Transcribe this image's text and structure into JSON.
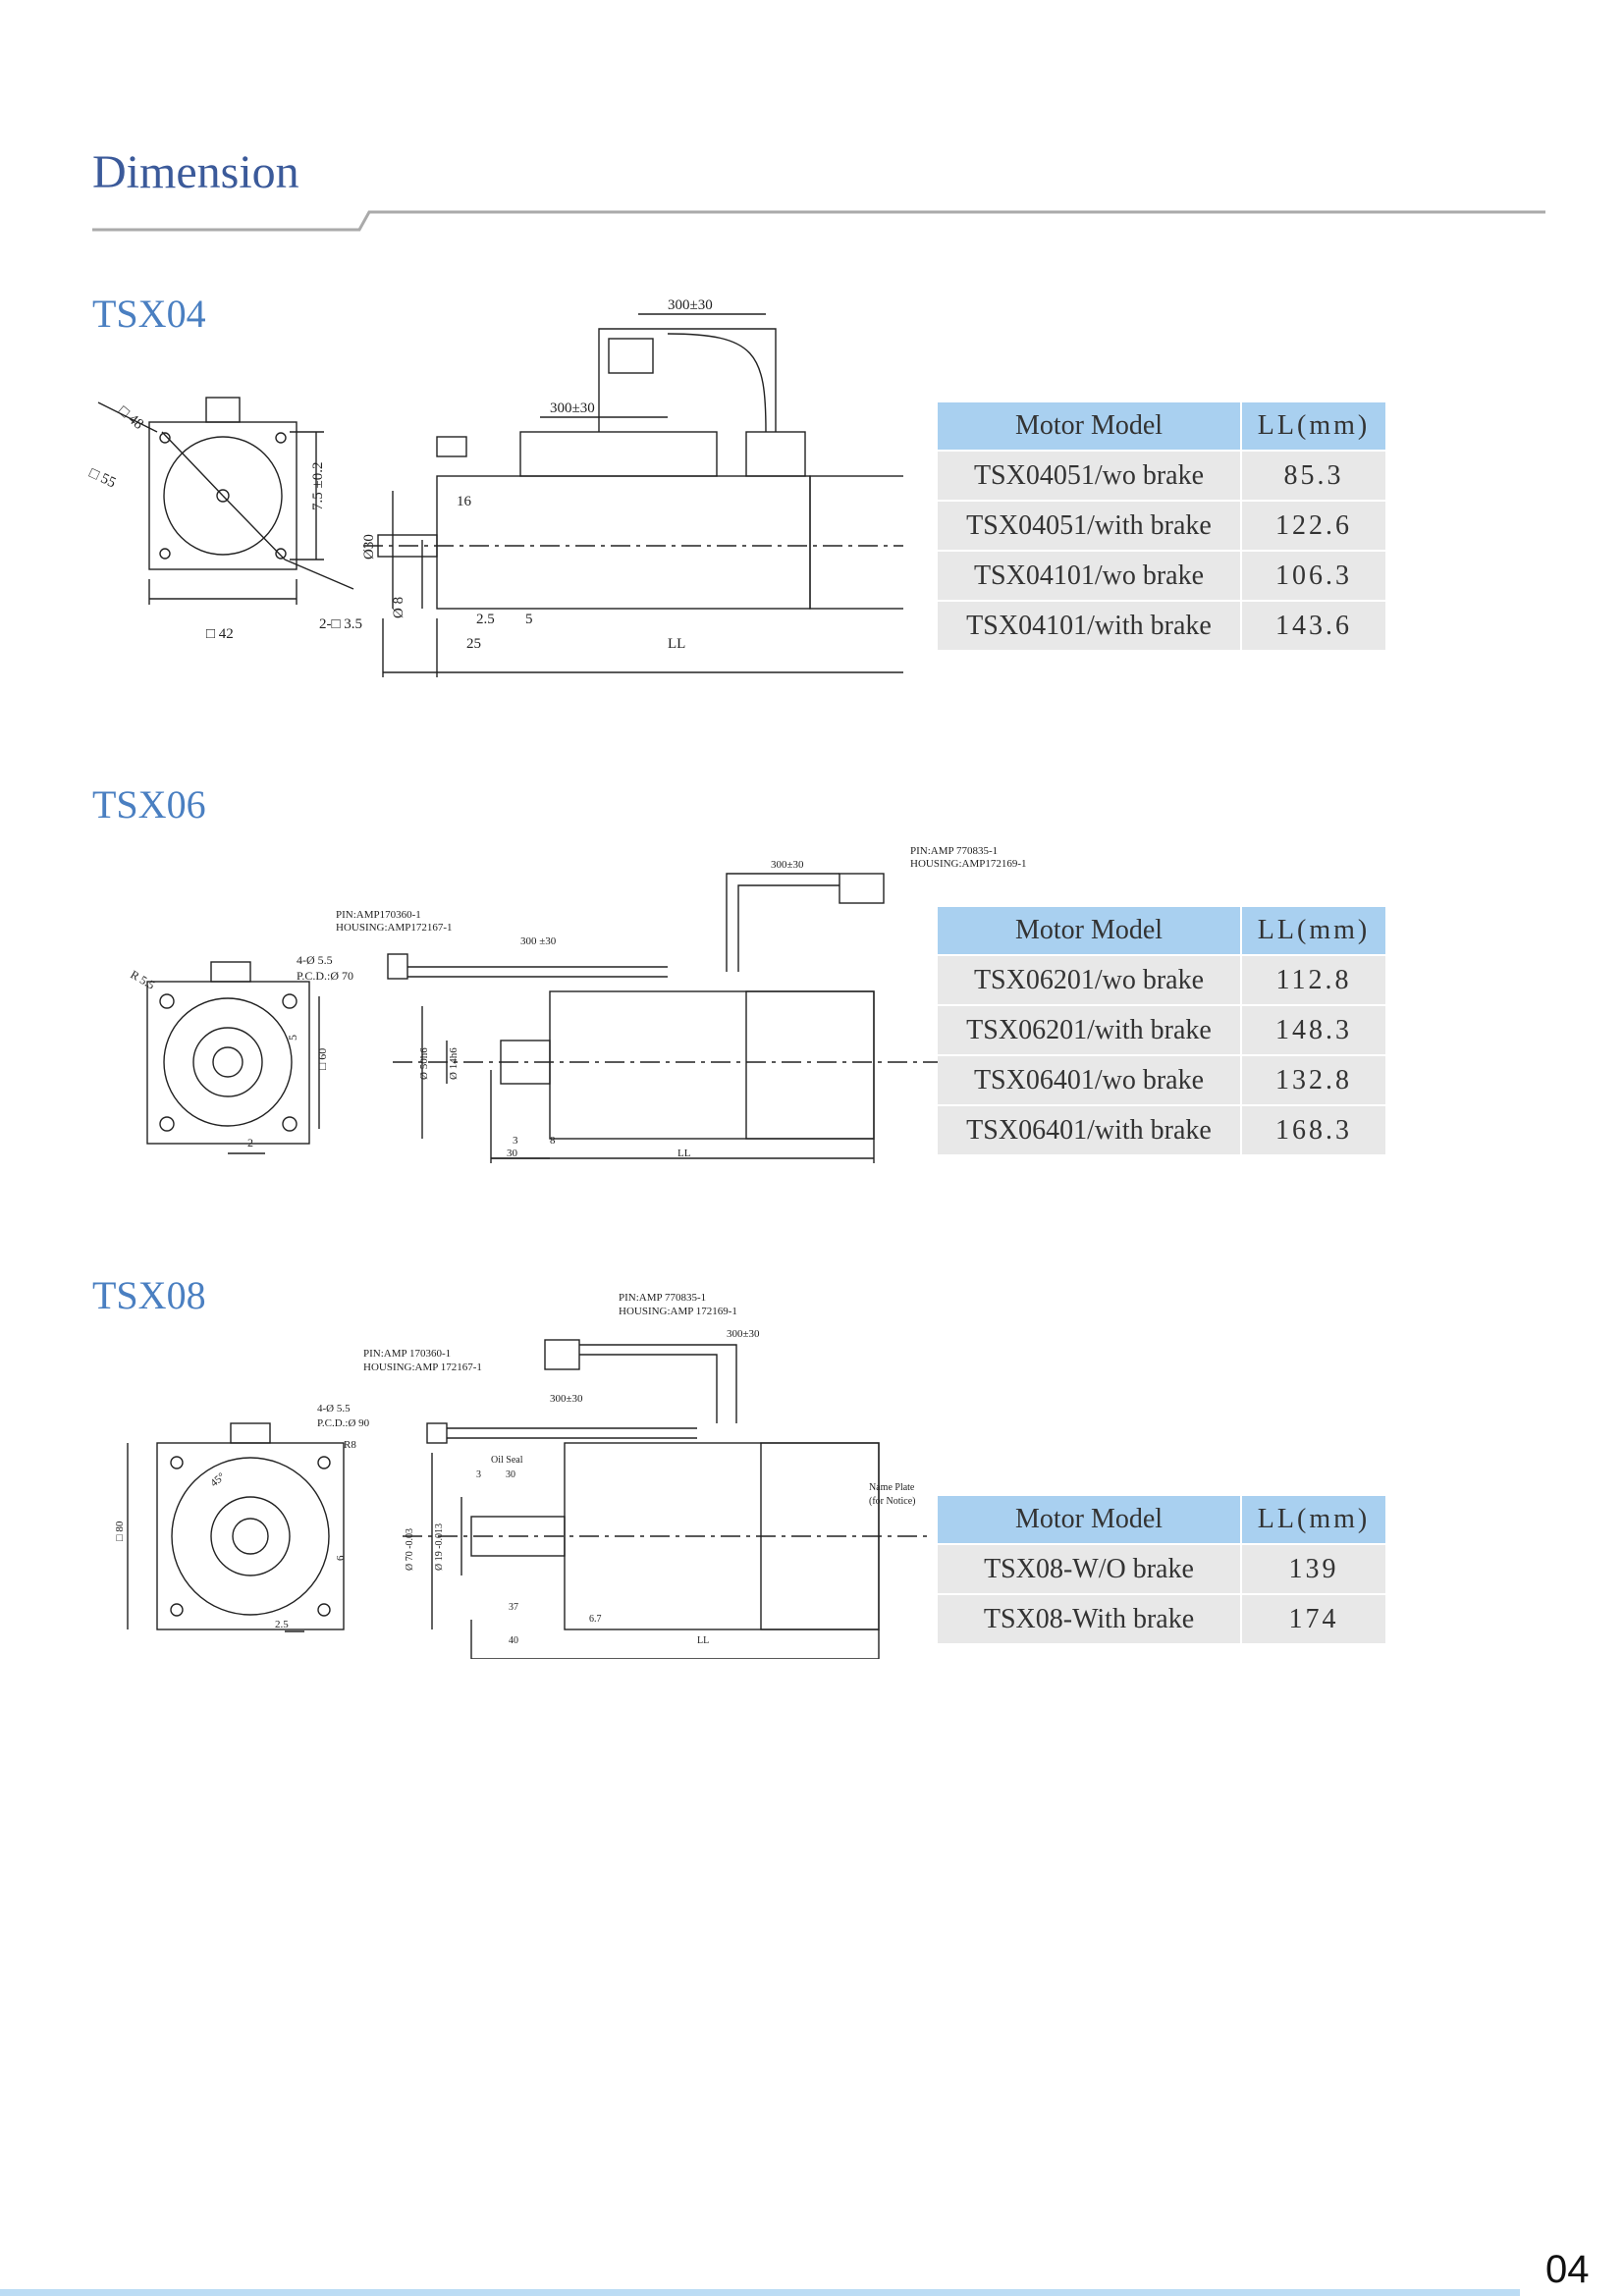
{
  "header": {
    "title": "Dimension"
  },
  "sections": [
    {
      "title": "TSX04",
      "table": {
        "headers": [
          "Motor Model",
          "LL(mm)"
        ],
        "rows": [
          {
            "model": "TSX04051/wo brake",
            "ll": "85.3"
          },
          {
            "model": "TSX04051/with brake",
            "ll": "122.6"
          },
          {
            "model": "TSX04101/wo brake",
            "ll": "106.3"
          },
          {
            "model": "TSX04101/with brake",
            "ll": "143.6"
          }
        ]
      },
      "labels": {
        "cable_top": "300±30",
        "cable_mid": "300±30",
        "d48": "□ 48",
        "d55": "□ 55",
        "v75": "7.5 ±0.2",
        "holes": "2-□ 3.5",
        "sq42": "□ 42",
        "phi30": "Ø30",
        "phi8": "Ø 8",
        "l16": "16",
        "l25a": "2.5",
        "l5": "5",
        "l25": "25",
        "ll": "LL"
      }
    },
    {
      "title": "TSX06",
      "table": {
        "headers": [
          "Motor Model",
          "LL(mm)"
        ],
        "rows": [
          {
            "model": "TSX06201/wo brake",
            "ll": "112.8"
          },
          {
            "model": "TSX06201/with brake",
            "ll": "148.3"
          },
          {
            "model": "TSX06401/wo brake",
            "ll": "132.8"
          },
          {
            "model": "TSX06401/with brake",
            "ll": "168.3"
          }
        ]
      },
      "labels": {
        "pin_right": "PIN:AMP 770835-1",
        "housing_right": "HOUSING:AMP172169-1",
        "cable_top": "300±30",
        "pin_left": "PIN:AMP170360-1",
        "housing_left": "HOUSING:AMP172167-1",
        "cable_mid": "300 ±30",
        "holes": "4-Ø 5.5",
        "pcd": "P.C.D.:Ø 70",
        "r55": "R 5.5",
        "v5": "5",
        "sq60": "□ 60",
        "d2": "2",
        "phi50": "Ø 50h6",
        "phi14": "Ø 14h6",
        "l3": "3",
        "l8": "8",
        "l30": "30",
        "ll": "LL"
      }
    },
    {
      "title": "TSX08",
      "table": {
        "headers": [
          "Motor Model",
          "LL(mm)"
        ],
        "rows": [
          {
            "model": "TSX08-W/O brake",
            "ll": "139"
          },
          {
            "model": "TSX08-With brake",
            "ll": "174"
          }
        ]
      },
      "labels": {
        "pin_right": "PIN:AMP 770835-1",
        "housing_right": "HOUSING:AMP 172169-1",
        "cable_top": "300±30",
        "pin_left": "PIN:AMP 170360-1",
        "housing_left": "HOUSING:AMP 172167-1",
        "cable_mid": "300±30",
        "holes": "4-Ø 5.5",
        "pcd": "P.C.D.:Ø 90",
        "r8": "R8",
        "a45": "45°",
        "sq80": "□ 80",
        "v6": "6",
        "d25": "2.5",
        "oil_seal": "Oil Seal",
        "l3": "3",
        "l30": "30",
        "phi70": "Ø 70 -0.03",
        "phi19": "Ø 19 -0.013",
        "l37": "37",
        "l67": "6.7",
        "l40": "40",
        "ll": "LL",
        "name_plate": "Name Plate",
        "for_notice": "(for Notice)"
      }
    }
  ],
  "footer": {
    "page_number": "04"
  }
}
